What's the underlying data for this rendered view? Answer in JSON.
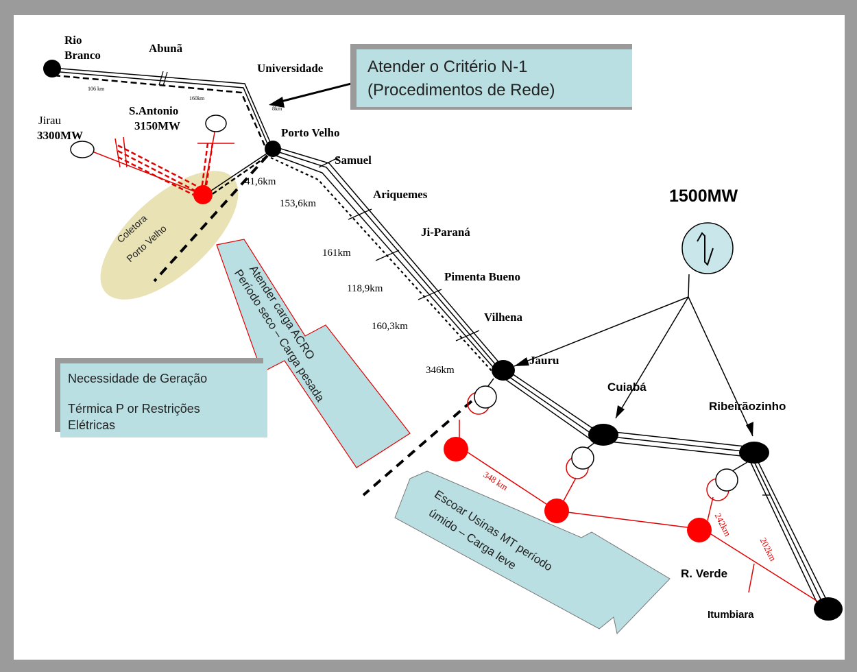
{
  "colors": {
    "background": "#9b9b9b",
    "canvas": "#ffffff",
    "callout": "#b9dfe2",
    "new_line": "#e00000",
    "region": "#e8e2b4"
  },
  "nodes": {
    "rio_branco_1": "Rio",
    "rio_branco_2": "Branco",
    "abuna": "Abunã",
    "universidade": "Universidade",
    "jirau_1": "Jirau",
    "jirau_2": "3300MW",
    "santo_antonio_1": "S.Antonio",
    "santo_antonio_2": "3150MW",
    "porto_velho": "Porto Velho",
    "samuel": "Samuel",
    "ariquemes": "Ariquemes",
    "ji_parana": "Ji-Paraná",
    "pimenta_bueno": "Pimenta Bueno",
    "vilhena": "Vilhena",
    "jauru": "Jauru",
    "cuiaba": "Cuiabá",
    "ribeiraozinho": "Ribeirãozinho",
    "r_verde": "R. Verde",
    "itumbiara": "Itumbiara",
    "generator": "1500MW"
  },
  "distances": {
    "d_41_6": "41,6km",
    "d_153_6": "153,6km",
    "d_161": "161km",
    "d_118_9": "118,9km",
    "d_160_3": "160,3km",
    "d_346": "346km",
    "d_106": "106 km",
    "d_160": "160km",
    "d_8": "8km",
    "d_348": "348 km",
    "d_242": "242km",
    "d_202": "202km"
  },
  "region": {
    "line1": "Coletora",
    "line2": "Porto Velho"
  },
  "callouts": {
    "criterion_1": "Atender o Critério N-1",
    "criterion_2": "(Procedimentos de Rede)",
    "necessity_1": "Necessidade de Geração",
    "necessity_2": "Térmica P or Restrições",
    "necessity_3": "Elétricas"
  },
  "arrows": {
    "acro_1": "Atender carga ACRO",
    "acro_2": "Período seco – Carga pesada",
    "mt_1": "Escoar Usinas MT período",
    "mt_2": "úmido – Carga leve"
  }
}
